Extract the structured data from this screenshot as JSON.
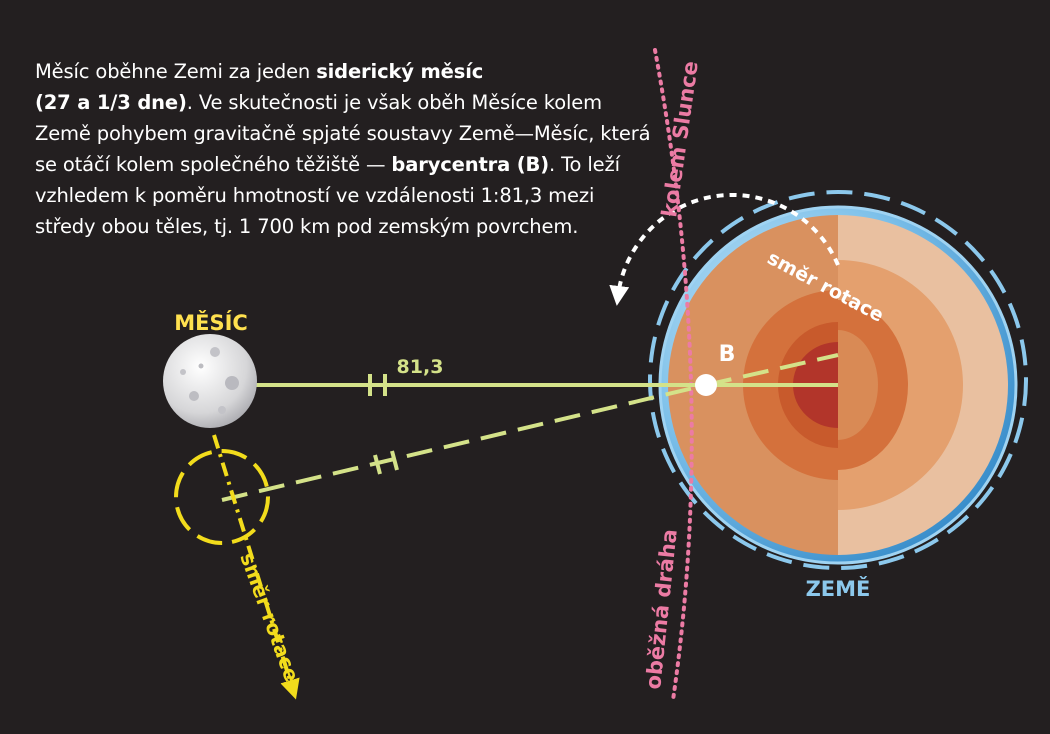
{
  "intro": {
    "t1": "Měsíc oběhne Zemi za jeden ",
    "b1": "siderický měsíc",
    "b2": "(27 a 1/3 dne)",
    "t2": ". Ve skutečnosti je však oběh Měsíce kolem Země pohybem gravitačně spjaté soustavy Země—Měsíc, která se otáčí kolem společného těžiště — ",
    "b3": "barycentra (B)",
    "t3": ". To leží vzhledem k poměru hmotností ve vzdálenosti 1:81,3 mezi středy obou těles, tj. 1 700 km pod zemským povrchem."
  },
  "labels": {
    "moon": "MĚSÍC",
    "earth": "ZEMĚ",
    "barycenter": "B",
    "ratio": "81,3",
    "earth_rotation": "směr rotace",
    "moon_rotation": "směr rotace",
    "orbit_upper": "kolem Slunce",
    "orbit_lower": "oběžná dráha"
  },
  "colors": {
    "background": "#231f20",
    "moon_label": "#ffe14f",
    "earth_label": "#8cc8ec",
    "line": "#d4e289",
    "orbit": "#ec7ba4",
    "moon_path": "#f2dc1c",
    "ocean": "#7ec1ea",
    "crust": "#d9915f",
    "mantle_outer": "#e4a06e",
    "mantle_inner": "#d4713c",
    "core_outer": "#c85a2c",
    "core_inner": "#b2352a"
  }
}
